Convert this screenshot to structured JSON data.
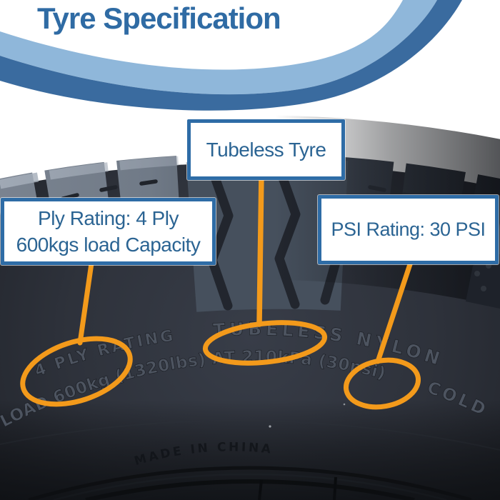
{
  "header": {
    "title": "Tyre Specification"
  },
  "callouts": {
    "tubeless": {
      "label": "Tubeless Tyre"
    },
    "ply": {
      "line1": "Ply Rating: 4 Ply",
      "line2": "600kgs load Capacity"
    },
    "psi": {
      "label": "PSI Rating: 30 PSI"
    }
  },
  "tyre_markings": {
    "ply_rating": "4 PLY RATING",
    "tubeless_nylon": "TUBELESS NYLON",
    "load_rating": "LOAD 600kg (1320lbs) AT 210kPa (30psi)",
    "cold": "COLD",
    "made_in": "MADE IN CHINA"
  },
  "colors": {
    "accent_orange": "#F39A1B",
    "callout_border": "#2E6CA6",
    "callout_text": "#2B6493",
    "title_blue": "#2F6BA4",
    "swoosh_light": "#8FB7DA",
    "swoosh_dark": "#3A6B9F"
  }
}
